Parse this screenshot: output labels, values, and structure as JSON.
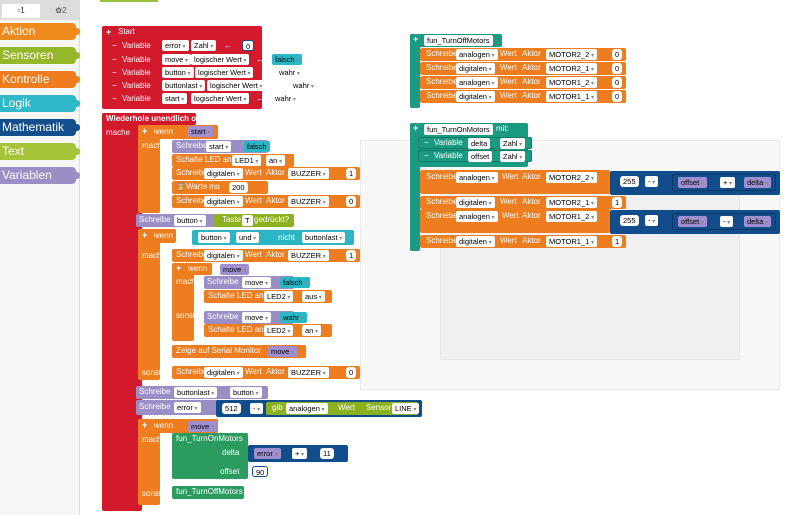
{
  "tabs": [
    {
      "label": "1",
      "icon": "document-icon"
    },
    {
      "label": "2",
      "icon": "gear-icon"
    }
  ],
  "categories": [
    {
      "label": "Aktion",
      "color": "#ee8a1e"
    },
    {
      "label": "Sensoren",
      "color": "#95b82a"
    },
    {
      "label": "Kontrolle",
      "color": "#ee7d1f"
    },
    {
      "label": "Logik",
      "color": "#2fb8c8"
    },
    {
      "label": "Mathematik",
      "color": "#124f8c"
    },
    {
      "label": "Text",
      "color": "#a6c43a"
    },
    {
      "label": "Variablen",
      "color": "#9b8ec7"
    }
  ],
  "k": {
    "start": "Start",
    "variable": "Variable",
    "zahl": "Zahl",
    "logwert": "logischer Wert",
    "arrow": "←",
    "wiederhole": "Wiederhole unendlich oft",
    "mache": "mache",
    "wenn": "wenn",
    "sonst": "sonst",
    "schreibe": "Schreibe",
    "wert": "Wert",
    "aktor": "Aktor",
    "schalte": "Schalte LED an",
    "warte": "Warte ms",
    "taste": "Taste",
    "gedrueckt": "gedrückt?",
    "und": "und",
    "nicht": "nicht",
    "serial": "Zeige auf Serial Monitor",
    "gib": "gib",
    "sensor": "Sensor",
    "mit": "mit:",
    "falsch": "falsch",
    "wahr": "wahr",
    "aus": "aus",
    "an": "an",
    "digitalen": "digitalen",
    "analogen": "analogen",
    "plus": "+",
    "minus": "-",
    "delta": "delta",
    "offset": "offset"
  },
  "vars": [
    {
      "name": "error",
      "type": "Zahl",
      "value": "0"
    },
    {
      "name": "move",
      "type": "logischer Wert",
      "value": "falsch"
    },
    {
      "name": "button",
      "type": "logischer Wert",
      "value": "wahr"
    },
    {
      "name": "buttonlast",
      "type": "logischer Wert",
      "value": "wahr"
    },
    {
      "name": "start",
      "type": "logischer Wert",
      "value": "wahr"
    }
  ],
  "loop": {
    "if1_var": "start",
    "led1": "LED1",
    "buzzer": "BUZZER",
    "wait": "200",
    "buzzer_on": "1",
    "buzzer_off": "0",
    "write_button": "button",
    "taste_val": "T",
    "if2_a": "button",
    "if2_b": "buttonlast",
    "if3_var": "move",
    "led2": "LED2",
    "serial_var": "move",
    "write_buttonlast": "buttonlast",
    "write_buttonlast_val": "button",
    "write_error": "error",
    "base": "512",
    "sensor": "LINE",
    "if4_var": "move",
    "call_on": "fun_TurnOnMotors",
    "delta_label": "delta",
    "delta_var": "error",
    "delta_num": "11",
    "offset_label": "offset",
    "offset_num": "90",
    "call_off": "fun_TurnOffMotors"
  },
  "off": {
    "title": "fun_TurnOffMotors",
    "rows": [
      {
        "mode": "analogen",
        "motor": "MOTOR2_2",
        "val": "0"
      },
      {
        "mode": "digitalen",
        "motor": "MOTOR2_1",
        "val": "0"
      },
      {
        "mode": "analogen",
        "motor": "MOTOR1_2",
        "val": "0"
      },
      {
        "mode": "digitalen",
        "motor": "MOTOR1_1",
        "val": "0"
      }
    ]
  },
  "on": {
    "title": "fun_TurnOnMotors",
    "params": [
      {
        "name": "delta",
        "type": "Zahl"
      },
      {
        "name": "offset",
        "type": "Zahl"
      }
    ],
    "rows": [
      {
        "mode": "analogen",
        "motor": "MOTOR2_2",
        "n": "255",
        "a": "offset",
        "op": "+",
        "b": "delta"
      },
      {
        "mode": "digitalen",
        "motor": "MOTOR2_1",
        "val": "1"
      },
      {
        "mode": "analogen",
        "motor": "MOTOR1_2",
        "n": "255",
        "a": "offset",
        "op": "-",
        "b": "delta"
      },
      {
        "mode": "digitalen",
        "motor": "MOTOR1_1",
        "val": "1"
      }
    ]
  }
}
